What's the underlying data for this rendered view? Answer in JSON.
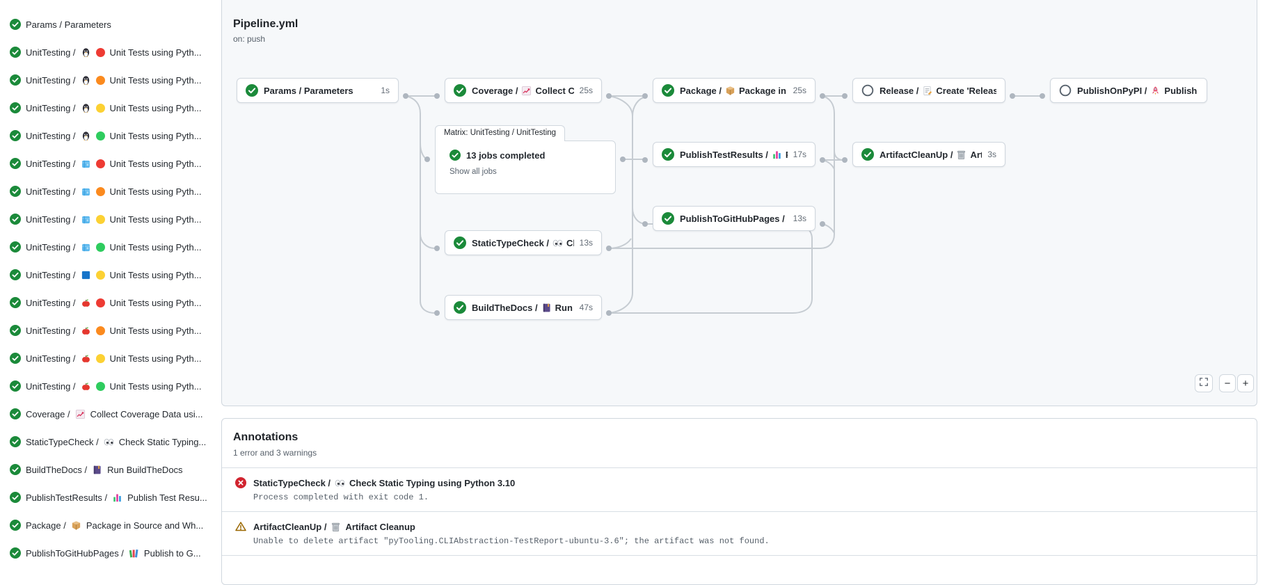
{
  "colors": {
    "success_green": "#1b8a3a",
    "error_red": "#d1242f",
    "warning_amber": "#9a6700",
    "py_red": "#ee3b33",
    "py_orange": "#fb8a1e",
    "py_yellow": "#fcd133",
    "py_green": "#2ecc5e"
  },
  "sidebar": {
    "items": [
      {
        "status": "success",
        "name": "Params / Parameters",
        "icon": "",
        "icon_char": "",
        "py_color": "",
        "label": ""
      },
      {
        "status": "success",
        "name": "UnitTesting /",
        "icon": "penguin",
        "icon_char": "🐧",
        "py_color": "#ee3b33",
        "label": "Unit Tests using Pyth..."
      },
      {
        "status": "success",
        "name": "UnitTesting /",
        "icon": "penguin",
        "icon_char": "🐧",
        "py_color": "#fb8a1e",
        "label": "Unit Tests using Pyth..."
      },
      {
        "status": "success",
        "name": "UnitTesting /",
        "icon": "penguin",
        "icon_char": "🐧",
        "py_color": "#fcd133",
        "label": "Unit Tests using Pyth..."
      },
      {
        "status": "success",
        "name": "UnitTesting /",
        "icon": "penguin",
        "icon_char": "🐧",
        "py_color": "#2ecc5e",
        "label": "Unit Tests using Pyth..."
      },
      {
        "status": "success",
        "name": "UnitTesting /",
        "icon": "ice-cube",
        "icon_char": "🧊",
        "py_color": "#ee3b33",
        "label": "Unit Tests using Pyth..."
      },
      {
        "status": "success",
        "name": "UnitTesting /",
        "icon": "ice-cube",
        "icon_char": "🧊",
        "py_color": "#fb8a1e",
        "label": "Unit Tests using Pyth..."
      },
      {
        "status": "success",
        "name": "UnitTesting /",
        "icon": "ice-cube",
        "icon_char": "🧊",
        "py_color": "#fcd133",
        "label": "Unit Tests using Pyth..."
      },
      {
        "status": "success",
        "name": "UnitTesting /",
        "icon": "ice-cube",
        "icon_char": "🧊",
        "py_color": "#2ecc5e",
        "label": "Unit Tests using Pyth..."
      },
      {
        "status": "success",
        "name": "UnitTesting /",
        "icon": "blue-square",
        "icon_char": "🟦",
        "py_color": "#fcd133",
        "label": "Unit Tests using Pyth..."
      },
      {
        "status": "success",
        "name": "UnitTesting /",
        "icon": "apple",
        "icon_char": "🍎",
        "py_color": "#ee3b33",
        "label": "Unit Tests using Pyth..."
      },
      {
        "status": "success",
        "name": "UnitTesting /",
        "icon": "apple",
        "icon_char": "🍎",
        "py_color": "#fb8a1e",
        "label": "Unit Tests using Pyth..."
      },
      {
        "status": "success",
        "name": "UnitTesting /",
        "icon": "apple",
        "icon_char": "🍎",
        "py_color": "#fcd133",
        "label": "Unit Tests using Pyth..."
      },
      {
        "status": "success",
        "name": "UnitTesting /",
        "icon": "apple",
        "icon_char": "🍎",
        "py_color": "#2ecc5e",
        "label": "Unit Tests using Pyth..."
      },
      {
        "status": "success",
        "name": "Coverage /",
        "icon": "chart-increasing",
        "icon_char": "📈",
        "py_color": "",
        "label": "Collect Coverage Data usi..."
      },
      {
        "status": "success",
        "name": "StaticTypeCheck /",
        "icon": "eyes",
        "icon_char": "👀",
        "py_color": "",
        "label": "Check Static Typing..."
      },
      {
        "status": "success",
        "name": "BuildTheDocs /",
        "icon": "notebook",
        "icon_char": "📔",
        "py_color": "",
        "label": "Run BuildTheDocs"
      },
      {
        "status": "success",
        "name": "PublishTestResults /",
        "icon": "bar-chart",
        "icon_char": "📊",
        "py_color": "",
        "label": "Publish Test Resu..."
      },
      {
        "status": "success",
        "name": "Package /",
        "icon": "package",
        "icon_char": "📦",
        "py_color": "",
        "label": "Package in Source and Wh..."
      },
      {
        "status": "success",
        "name": "PublishToGitHubPages /",
        "icon": "books",
        "icon_char": "📚",
        "py_color": "",
        "label": "Publish to G..."
      }
    ]
  },
  "graph": {
    "title": "Pipeline.yml",
    "trigger": "on: push",
    "nodes": [
      {
        "id": "params",
        "status": "success",
        "name": "Params / Parameters",
        "icon": "",
        "icon_char": "",
        "rest": "",
        "duration": "1s"
      },
      {
        "id": "coverage",
        "status": "success",
        "name": "Coverage /",
        "icon": "chart-increasing",
        "icon_char": "📈",
        "rest": "Collect Cove...",
        "duration": "25s"
      },
      {
        "id": "package",
        "status": "success",
        "name": "Package /",
        "icon": "package",
        "icon_char": "📦",
        "rest": "Package in So...",
        "duration": "25s"
      },
      {
        "id": "release",
        "status": "skipped",
        "name": "Release /",
        "icon": "memo",
        "icon_char": "📝",
        "rest": "Create 'Release P...",
        "duration": ""
      },
      {
        "id": "publishOnPyPI",
        "status": "skipped",
        "name": "PublishOnPyPI /",
        "icon": "rocket",
        "icon_char": "🚀",
        "rest": "Publish to ...",
        "duration": ""
      },
      {
        "id": "publishTestResults",
        "status": "success",
        "name": "PublishTestResults /",
        "icon": "bar-chart",
        "icon_char": "📊",
        "rest": "Pu...",
        "duration": "17s"
      },
      {
        "id": "artifactCleanUp",
        "status": "success",
        "name": "ArtifactCleanUp /",
        "icon": "wastebasket",
        "icon_char": "🗑",
        "rest": "Artifac...",
        "duration": "3s"
      },
      {
        "id": "publishToGitHubPages",
        "status": "success",
        "name": "PublishToGitHubPages /",
        "icon": "books",
        "icon_char": "📚",
        "rest": "...",
        "duration": "13s"
      },
      {
        "id": "staticTypeCheck",
        "status": "success",
        "name": "StaticTypeCheck /",
        "icon": "eyes",
        "icon_char": "👀",
        "rest": "Chec...",
        "duration": "13s"
      },
      {
        "id": "buildTheDocs",
        "status": "success",
        "name": "BuildTheDocs /",
        "icon": "notebook",
        "icon_char": "📔",
        "rest": "Run Buil...",
        "duration": "47s"
      }
    ],
    "matrix": {
      "tab": "Matrix: UnitTesting / UnitTesting",
      "summary": "13 jobs completed",
      "link": "Show all jobs",
      "status": "success"
    },
    "zoom_controls": {
      "fullscreen": "fullscreen-icon",
      "zoom_out": "−",
      "zoom_in": "+"
    }
  },
  "annotations": {
    "title": "Annotations",
    "subtitle": "1 error and 3 warnings",
    "items": [
      {
        "severity": "error",
        "name": "StaticTypeCheck /",
        "icon": "eyes",
        "icon_char": "👀",
        "rest": "Check Static Typing using Python 3.10",
        "detail": "Process completed with exit code 1."
      },
      {
        "severity": "warning",
        "name": "ArtifactCleanUp /",
        "icon": "wastebasket",
        "icon_char": "🗑",
        "rest": "Artifact Cleanup",
        "detail": "Unable to delete artifact \"pyTooling.CLIAbstraction-TestReport-ubuntu-3.6\"; the artifact was not found."
      }
    ]
  }
}
